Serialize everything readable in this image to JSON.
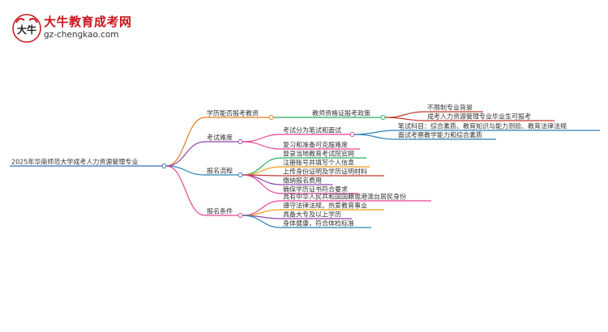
{
  "logo": {
    "title": "大牛教育成考网",
    "url": "gz-chengkao.com",
    "mark_char": "大牛"
  },
  "mindmap": {
    "root": "2025年华南师范大学成考人力资源管理专业",
    "branches": [
      {
        "label": "学历能否报考教资",
        "color": "#e67e22",
        "children": [
          {
            "label": "教师资格证报考政策",
            "color": "#27ae60",
            "children": [
              {
                "label": "不限制专业背景",
                "color": "#c0392b"
              },
              {
                "label": "成考人力资源管理专业毕业生可报考",
                "color": "#c0392b"
              }
            ]
          }
        ]
      },
      {
        "label": "考试难度",
        "color": "#8e44ad",
        "children": [
          {
            "label": "考试分为笔试和面试",
            "color": "#e84393",
            "children": [
              {
                "label": "笔试科目：综合素质、教育知识与能力测验、教育法律法规",
                "color": "#2980b9"
              },
              {
                "label": "面试考察教学能力和综合素质",
                "color": "#2980b9"
              }
            ]
          },
          {
            "label": "复习和准备可克服难度",
            "color": "#e84393",
            "children": []
          }
        ]
      },
      {
        "label": "报名流程",
        "color": "#2980b9",
        "children": [
          {
            "label": "登录当地教育考试院官网",
            "color": "#27ae60",
            "children": []
          },
          {
            "label": "注册账号并填写个人信息",
            "color": "#f39c12",
            "children": []
          },
          {
            "label": "上传身份证明及学历证明材料",
            "color": "#c0392b",
            "children": []
          },
          {
            "label": "缴纳报名费用",
            "color": "#8e44ad",
            "children": []
          },
          {
            "label": "确保学历证书符合要求",
            "color": "#e84393",
            "children": []
          }
        ]
      },
      {
        "label": "报名条件",
        "color": "#e84393",
        "children": [
          {
            "label": "具有中华人民共和国国籍或港澳台居民身份",
            "color": "#e84393",
            "children": []
          },
          {
            "label": "遵守法律法规，热爱教育事业",
            "color": "#f39c12",
            "children": []
          },
          {
            "label": "具备大专及以上学历",
            "color": "#8e44ad",
            "children": []
          },
          {
            "label": "身体健康，符合体检标准",
            "color": "#2980b9",
            "children": []
          }
        ]
      }
    ]
  }
}
